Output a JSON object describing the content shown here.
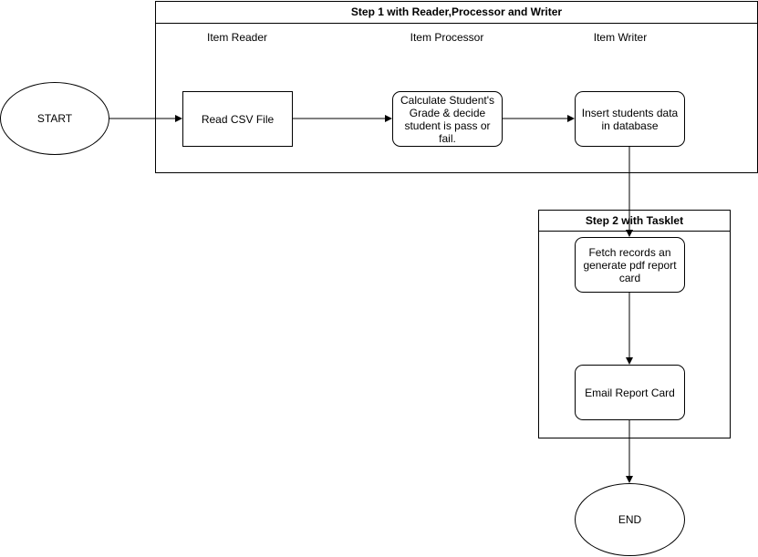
{
  "step1": {
    "title": "Step 1 with Reader,Processor and Writer",
    "lanes": [
      "Item Reader",
      "Item Processor",
      "Item Writer"
    ]
  },
  "step2": {
    "title": "Step 2 with Tasklet"
  },
  "nodes": {
    "start": "START",
    "read_csv": "Read CSV File",
    "calculate": "Calculate Student's Grade & decide student is pass or fail.",
    "insert": "Insert students data in database",
    "fetch": "Fetch records an generate pdf report card",
    "email": "Email Report Card",
    "end": "END"
  },
  "colors": {
    "stroke": "#000000",
    "fill": "#ffffff"
  }
}
